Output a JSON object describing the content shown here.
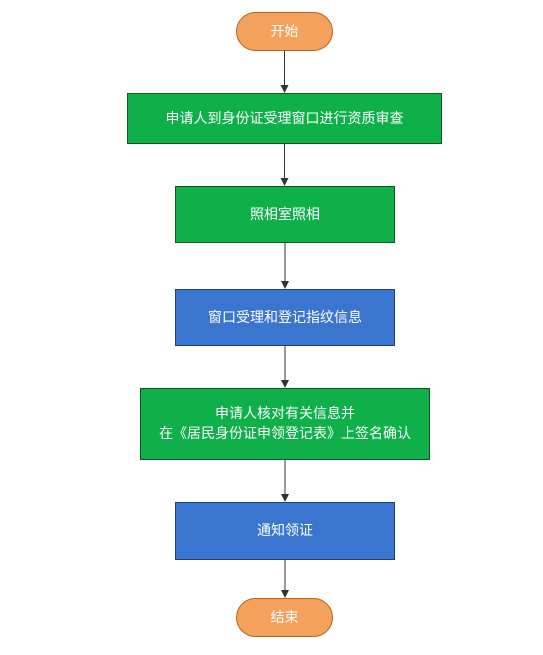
{
  "colors": {
    "terminal": "#f4a15d",
    "green": "#0fb04a",
    "blue": "#3a76cf",
    "connector": "#333333",
    "text": "#ffffff"
  },
  "flowchart": {
    "nodes": [
      {
        "id": "start",
        "shape": "terminal",
        "color": "terminal",
        "label": "开始"
      },
      {
        "id": "step1",
        "shape": "process",
        "color": "green",
        "label": "申请人到身份证受理窗口进行资质审查"
      },
      {
        "id": "step2",
        "shape": "process",
        "color": "green",
        "label": "照相室照相"
      },
      {
        "id": "step3",
        "shape": "process",
        "color": "blue",
        "label": "窗口受理和登记指纹信息"
      },
      {
        "id": "step4",
        "shape": "process",
        "color": "green",
        "label": "申请人核对有关信息并\n在《居民身份证申领登记表》上签名确认"
      },
      {
        "id": "step5",
        "shape": "process",
        "color": "blue",
        "label": "通知领证"
      },
      {
        "id": "end",
        "shape": "terminal",
        "color": "terminal",
        "label": "结束"
      }
    ],
    "edges": [
      {
        "from": "start",
        "to": "step1"
      },
      {
        "from": "step1",
        "to": "step2"
      },
      {
        "from": "step2",
        "to": "step3"
      },
      {
        "from": "step3",
        "to": "step4"
      },
      {
        "from": "step4",
        "to": "step5"
      },
      {
        "from": "step5",
        "to": "end"
      }
    ]
  }
}
